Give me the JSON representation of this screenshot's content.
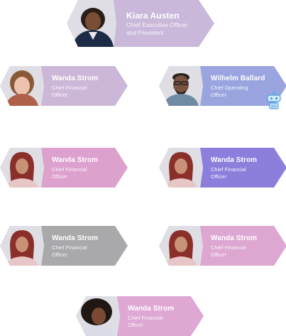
{
  "nodes": [
    {
      "name": "Kiara Austen",
      "title_lines": [
        "Chief Executive Officer",
        "and President"
      ],
      "color": "#c9b8d9",
      "avatar": "person-avatar"
    },
    {
      "name": "Wanda Strom",
      "title_lines": [
        "Chief Financial",
        "Officer"
      ],
      "color": "#cdb7d8",
      "avatar": "person-avatar"
    },
    {
      "name": "Wilhelm Ballard",
      "title_lines": [
        "Chief Operating",
        "Officer"
      ],
      "color": "#9aa4df",
      "avatar": "person-avatar"
    },
    {
      "name": "Wanda Strom",
      "title_lines": [
        "Chief Financial",
        "Officer"
      ],
      "color": "#dda1cd",
      "avatar": "person-avatar"
    },
    {
      "name": "Wanda Strom",
      "title_lines": [
        "Chief Financial",
        "Officer"
      ],
      "color": "#8c7fdc",
      "avatar": "person-avatar"
    },
    {
      "name": "Wanda Strom",
      "title_lines": [
        "Chief Financial",
        "Officer"
      ],
      "color": "#a9a9ab",
      "avatar": "person-avatar"
    },
    {
      "name": "Wanda Strom",
      "title_lines": [
        "Chief Financial",
        "Officer"
      ],
      "color": "#dda7d1",
      "avatar": "person-avatar"
    },
    {
      "name": "Wanda Strom",
      "title_lines": [
        "Chief Financial",
        "Officer"
      ],
      "color": "#dfa7d4",
      "avatar": "person-avatar"
    }
  ]
}
